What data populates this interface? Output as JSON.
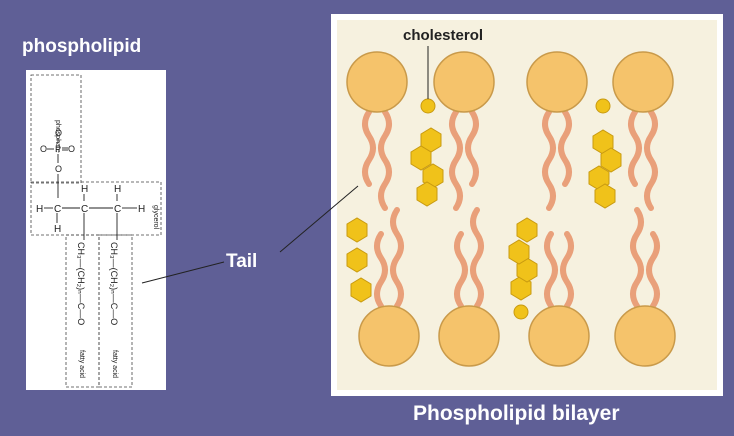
{
  "labels": {
    "phospholipid_title": "phospholipid",
    "tail": "Tail",
    "bilayer_title": "Phospholipid bilayer",
    "cholesterol": "cholesterol"
  },
  "structure": {
    "phosphate_group": "phosphate",
    "glycerol_group": "glycerol",
    "fatty_acid_left": "fatty acid",
    "fatty_acid_right": "fatty acid",
    "atom_O": "O",
    "atom_P": "P",
    "atom_C": "C",
    "atom_H": "H",
    "chain_left": "CH₃—(CH₂)ₙ—C—O",
    "chain_right": "CH₃—(CH₂)ₙ—C—O"
  },
  "colors": {
    "background": "#5f5f96",
    "head": "#f5c36b",
    "tail": "#e9a07a",
    "cholesterol": "#f0c21a",
    "bilayer_bg": "#f6f1df"
  }
}
